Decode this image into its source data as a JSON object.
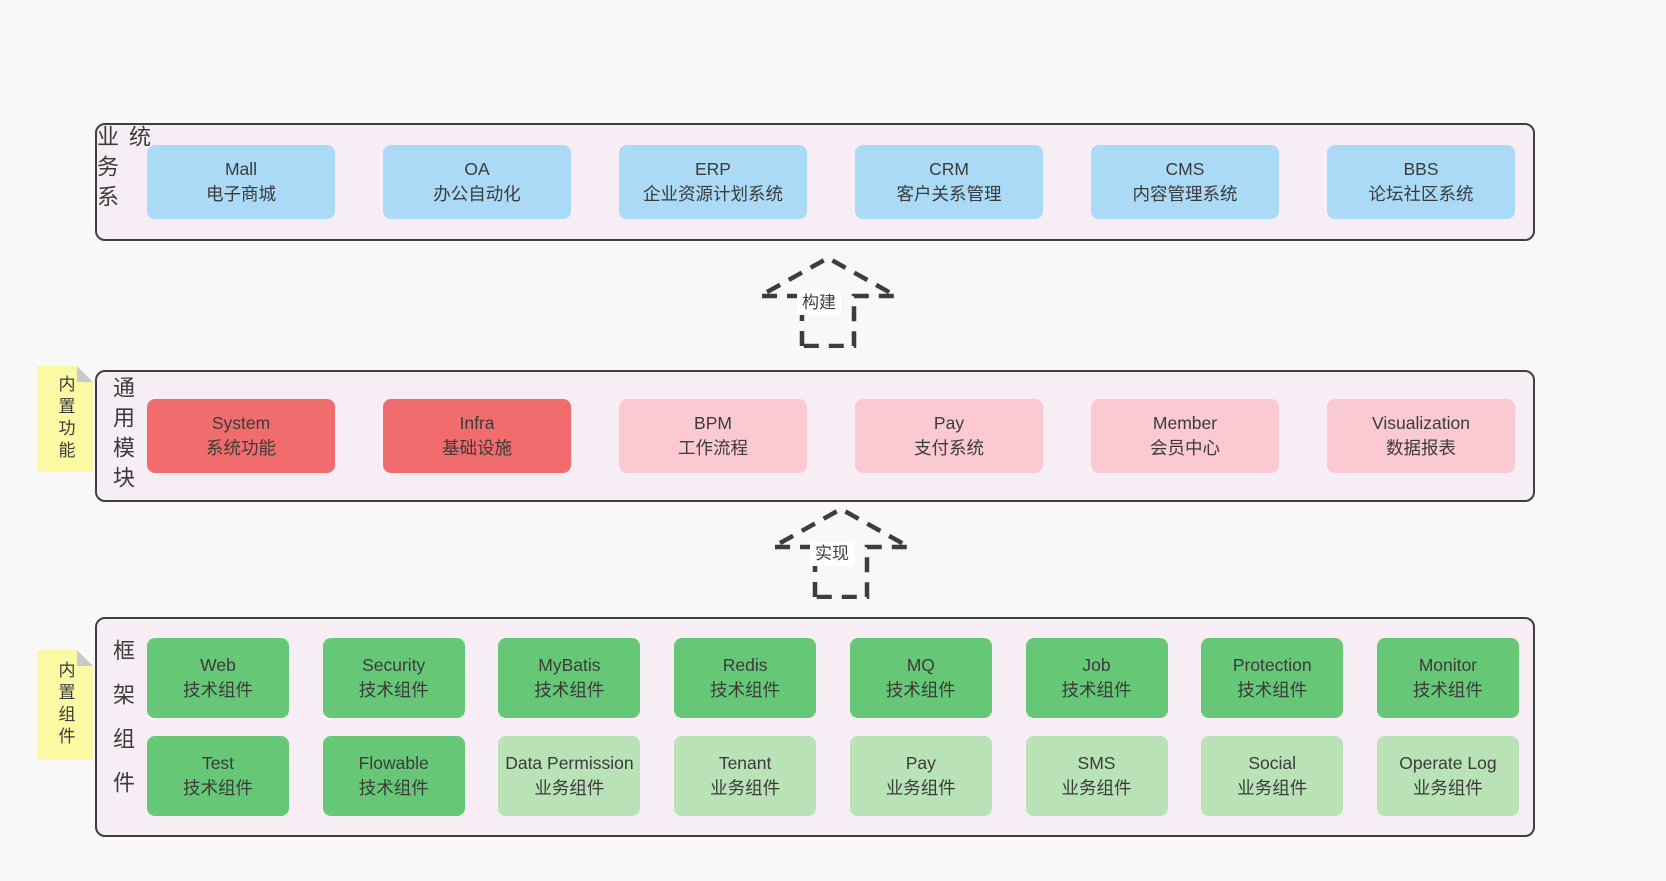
{
  "colors": {
    "page_bg": "#f8f8f8",
    "panel_bg": "#f7edf5",
    "panel_border": "#3f3f3f",
    "blue_box": "#aadaf5",
    "red_box": "#f16c6c",
    "pink_box": "#fbc9d2",
    "green_dark_box": "#66c877",
    "green_light_box": "#b9e3b6",
    "sticky_yellow": "#fbf9a3",
    "text": "#3b3b3b"
  },
  "arrows": [
    {
      "label": "构建"
    },
    {
      "label": "实现"
    }
  ],
  "bands": [
    {
      "label": "业务系统",
      "boxes": [
        {
          "name": "Mall",
          "subtitle": "电子商城"
        },
        {
          "name": "OA",
          "subtitle": "办公自动化"
        },
        {
          "name": "ERP",
          "subtitle": "企业资源计划系统"
        },
        {
          "name": "CRM",
          "subtitle": "客户关系管理"
        },
        {
          "name": "CMS",
          "subtitle": "内容管理系统"
        },
        {
          "name": "BBS",
          "subtitle": "论坛社区系统"
        }
      ]
    },
    {
      "label": "通用模块",
      "sticky": "内置功能",
      "boxes": [
        {
          "name": "System",
          "subtitle": "系统功能"
        },
        {
          "name": "Infra",
          "subtitle": "基础设施"
        },
        {
          "name": "BPM",
          "subtitle": "工作流程"
        },
        {
          "name": "Pay",
          "subtitle": "支付系统"
        },
        {
          "name": "Member",
          "subtitle": "会员中心"
        },
        {
          "name": "Visualization",
          "subtitle": "数据报表"
        }
      ]
    },
    {
      "label": "框架组件",
      "sticky": "内置组件",
      "rows": [
        {
          "boxes": [
            {
              "name": "Web",
              "subtitle": "技术组件"
            },
            {
              "name": "Security",
              "subtitle": "技术组件"
            },
            {
              "name": "MyBatis",
              "subtitle": "技术组件"
            },
            {
              "name": "Redis",
              "subtitle": "技术组件"
            },
            {
              "name": "MQ",
              "subtitle": "技术组件"
            },
            {
              "name": "Job",
              "subtitle": "技术组件"
            },
            {
              "name": "Protection",
              "subtitle": "技术组件"
            },
            {
              "name": "Monitor",
              "subtitle": "技术组件"
            }
          ]
        },
        {
          "boxes": [
            {
              "name": "Test",
              "subtitle": "技术组件"
            },
            {
              "name": "Flowable",
              "subtitle": "技术组件"
            },
            {
              "name": "Data Permission",
              "subtitle": "业务组件"
            },
            {
              "name": "Tenant",
              "subtitle": "业务组件"
            },
            {
              "name": "Pay",
              "subtitle": "业务组件"
            },
            {
              "name": "SMS",
              "subtitle": "业务组件"
            },
            {
              "name": "Social",
              "subtitle": "业务组件"
            },
            {
              "name": "Operate Log",
              "subtitle": "业务组件"
            }
          ]
        }
      ]
    }
  ]
}
